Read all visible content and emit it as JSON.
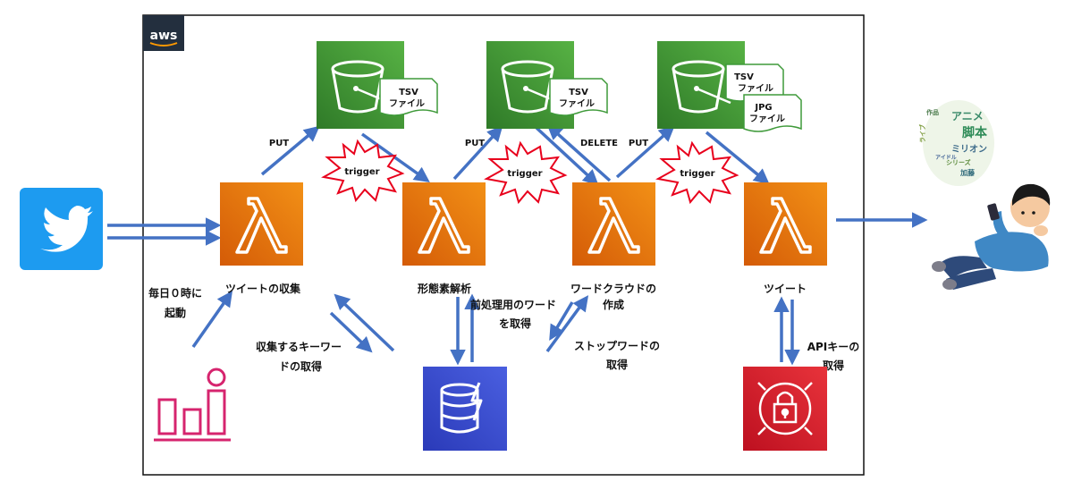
{
  "badges": {
    "aws": "aws"
  },
  "lambdas": [
    {
      "label": "ツイートの収集"
    },
    {
      "label": "形態素解析"
    },
    {
      "label_line1": "ワードクラウドの",
      "label_line2": "作成"
    },
    {
      "label": "ツイート"
    }
  ],
  "buckets": [
    {
      "files": [
        {
          "line1": "TSV",
          "line2": "ファイル"
        }
      ]
    },
    {
      "files": [
        {
          "line1": "TSV",
          "line2": "ファイル"
        }
      ]
    },
    {
      "files": [
        {
          "line1": "TSV",
          "line2": "ファイル"
        },
        {
          "line1": "JPG",
          "line2": "ファイル"
        }
      ]
    }
  ],
  "triggers": [
    "trigger",
    "trigger",
    "trigger"
  ],
  "arrow_labels": {
    "put1": "PUT",
    "put2": "PUT",
    "delete": "DELETE",
    "put3": "PUT"
  },
  "annotations": {
    "daily_line1": "毎日０時に",
    "daily_line2": "起動",
    "keyword_line1": "収集するキーワー",
    "keyword_line2": "ドの取得",
    "preword_line1": "前処理用のワード",
    "preword_line2": "を取得",
    "stopword_line1": "ストップワードの",
    "stopword_line2": "取得",
    "apikey_line1": "APIキーの",
    "apikey_line2": "取得"
  },
  "wordcloud_words": [
    "アニメ",
    "脚本",
    "ミリオン",
    "シリーズ",
    "加藤",
    "ライブ",
    "アイドル",
    "作品"
  ],
  "colors": {
    "lambda_start": "#f0870c",
    "lambda_end": "#d45b07",
    "s3_start": "#48a23f",
    "s3_end": "#2f7a28",
    "dynamodb": "#3447c8",
    "secrets": "#d6212b",
    "twitter": "#1d9bf0",
    "cloudwatch": "#d6246e",
    "arrow": "#4472c4",
    "trigger_stroke": "#e8001c",
    "file_stroke": "#3f9a3a"
  },
  "icons": {
    "twitter": "twitter-bird-icon",
    "lambda": "lambda-icon",
    "s3": "s3-bucket-icon",
    "dynamodb": "dynamodb-icon",
    "secrets": "secrets-manager-icon",
    "cloudwatch": "cloudwatch-events-icon",
    "person": "person-with-phone-icon",
    "wordcloud": "wordcloud-image-icon"
  }
}
